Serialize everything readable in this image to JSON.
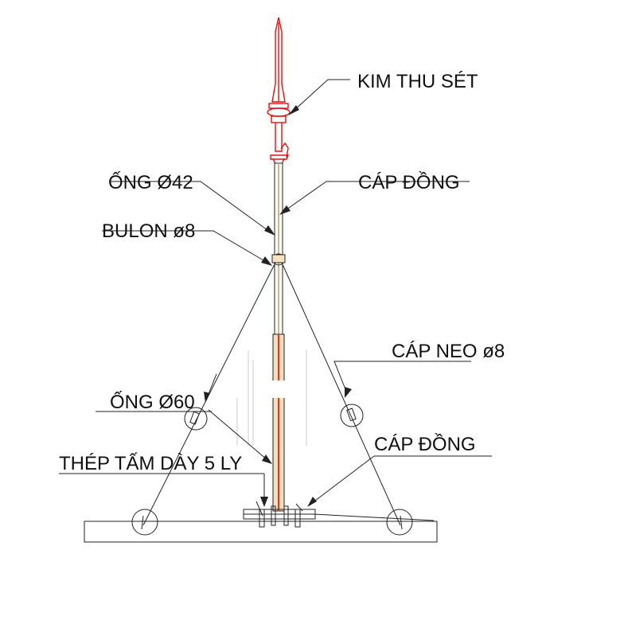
{
  "labels": {
    "kim_thu_set": "KIM THU SÉT",
    "ong_42": "ỐNG Ø42",
    "cap_dong_top": "CÁP ĐỒNG",
    "bulon": "BULON ø8",
    "cap_neo": "CÁP NEO ø8",
    "ong_60": "ỐNG Ø60",
    "cap_dong_bottom": "CÁP ĐỒNG",
    "thep_tam": "THÉP TẤM DÀY 5 LY"
  },
  "colors": {
    "line": "#222222",
    "rod": "#e01010",
    "pipe_fill": "#f0d7b8",
    "background": "#ffffff"
  }
}
